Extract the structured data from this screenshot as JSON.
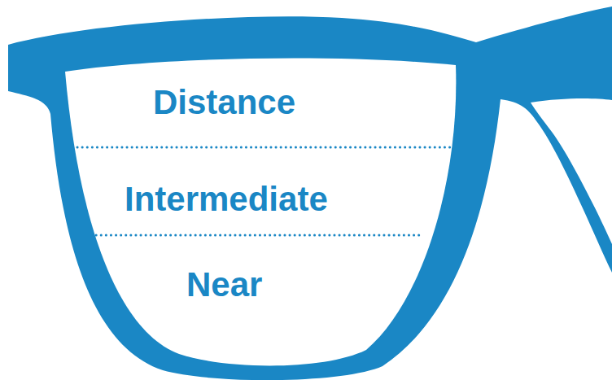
{
  "diagram": {
    "labels": [
      "Distance",
      "Intermediate",
      "Near"
    ]
  }
}
